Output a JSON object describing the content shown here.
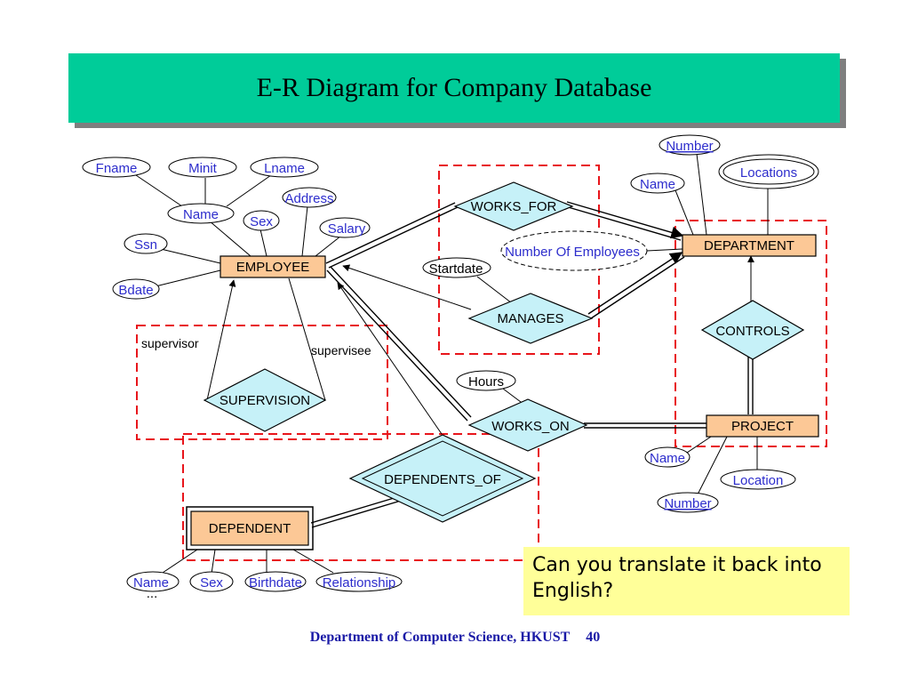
{
  "title": "E-R Diagram for Company Database",
  "entities": {
    "employee": "EMPLOYEE",
    "department": "DEPARTMENT",
    "project": "PROJECT",
    "dependent": "DEPENDENT"
  },
  "relationships": {
    "works_for": "WORKS_FOR",
    "manages": "MANAGES",
    "supervision": "SUPERVISION",
    "works_on": "WORKS_ON",
    "controls": "CONTROLS",
    "dependents_of": "DEPENDENTS_OF"
  },
  "attributes": {
    "employee": {
      "fname": "Fname",
      "minit": "Minit",
      "lname": "Lname",
      "name": "Name",
      "sex": "Sex",
      "address": "Address",
      "salary": "Salary",
      "ssn": "Ssn",
      "bdate": "Bdate"
    },
    "department": {
      "number": "Number",
      "name": "Name",
      "locations": "Locations",
      "number_of_employees": "Number Of Employees"
    },
    "manages": {
      "startdate": "Startdate"
    },
    "works_on": {
      "hours": "Hours"
    },
    "project": {
      "name": "Name",
      "location": "Location",
      "number": "Number"
    },
    "dependent": {
      "name": "Name",
      "sex": "Sex",
      "birthdate": "Birthdate",
      "relationship": "Relationship",
      "more": "..."
    }
  },
  "roles": {
    "supervisor": "supervisor",
    "supervisee": "supervisee"
  },
  "question": "Can you translate it back into English?",
  "footer": {
    "text": "Department of Computer Science, HKUST",
    "page": "40"
  },
  "colors": {
    "title_bar": "#00cc99",
    "entity_fill": "#fcc896",
    "relationship_fill": "#c6f1f8",
    "attribute_text": "#2d2dcc",
    "dashed_box": "#e8151b",
    "question_box": "#ffff99"
  }
}
